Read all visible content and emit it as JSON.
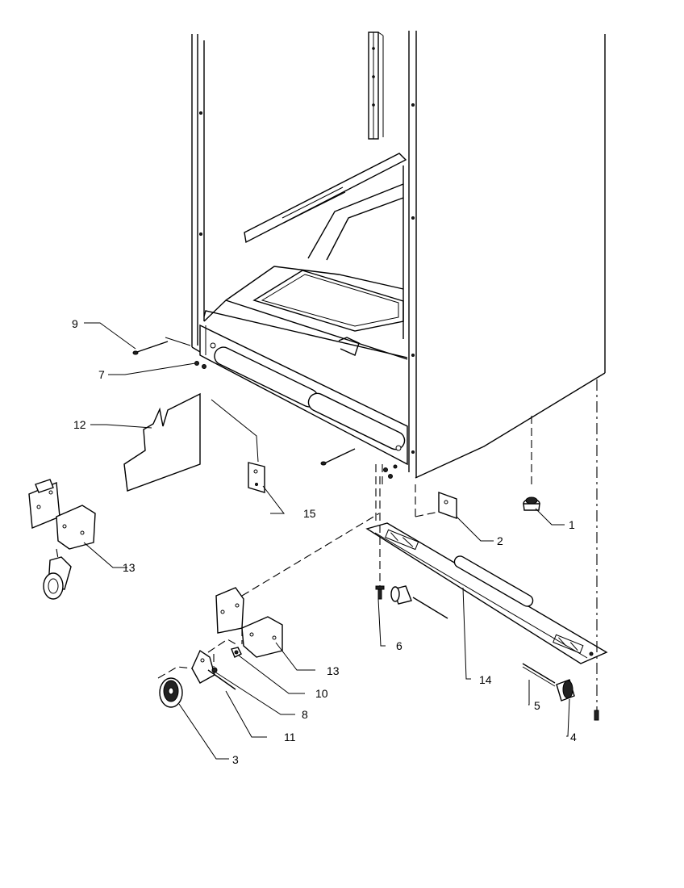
{
  "diagram": {
    "callouts": [
      "1",
      "2",
      "3",
      "4",
      "5",
      "6",
      "7",
      "8",
      "9",
      "10",
      "11",
      "12",
      "13",
      "13",
      "14",
      "15"
    ]
  }
}
